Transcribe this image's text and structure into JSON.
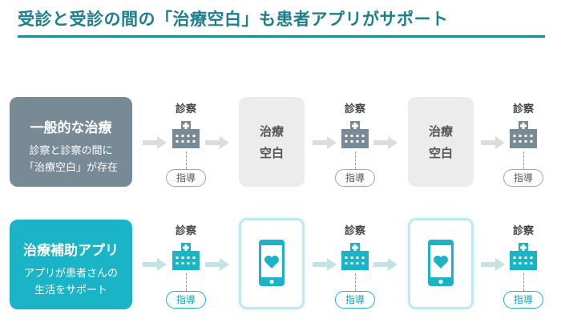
{
  "title": "受診と受診の間の「治療空白」も患者アプリがサポート",
  "colors": {
    "gray": "#788a95",
    "teal": "#1bb3c6",
    "title": "#1d7f8b"
  },
  "row_general": {
    "heading": "一般的な治療",
    "line1": "診察と診察の間に",
    "line2": "「治療空白」が存在",
    "visit_label": "診察",
    "guidance_label": "指導",
    "gap_line1": "治療",
    "gap_line2": "空白"
  },
  "row_app": {
    "heading": "治療補助アプリ",
    "line1": "アプリが患者さんの",
    "line2": "生活をサポート",
    "visit_label": "診察",
    "guidance_label": "指導",
    "phone_icon": "smartphone-heart-icon"
  }
}
